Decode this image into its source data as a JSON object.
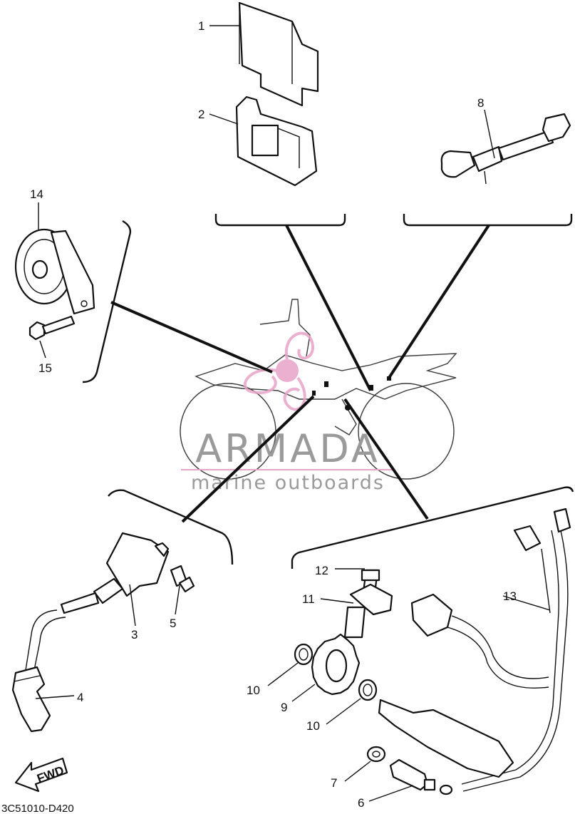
{
  "diagram": {
    "callouts": [
      "1",
      "2",
      "3",
      "4",
      "5",
      "6",
      "7",
      "8",
      "9",
      "10",
      "11",
      "12",
      "13",
      "14",
      "15"
    ],
    "callout_10_second": "10",
    "fwd_label": "FWD",
    "drawing_code": "3C51010-D420"
  },
  "watermark": {
    "brand": "ARMADA",
    "tagline": "marine outboards",
    "logo_color": "#e8a3c8",
    "text_color": "#9a9a9a"
  }
}
